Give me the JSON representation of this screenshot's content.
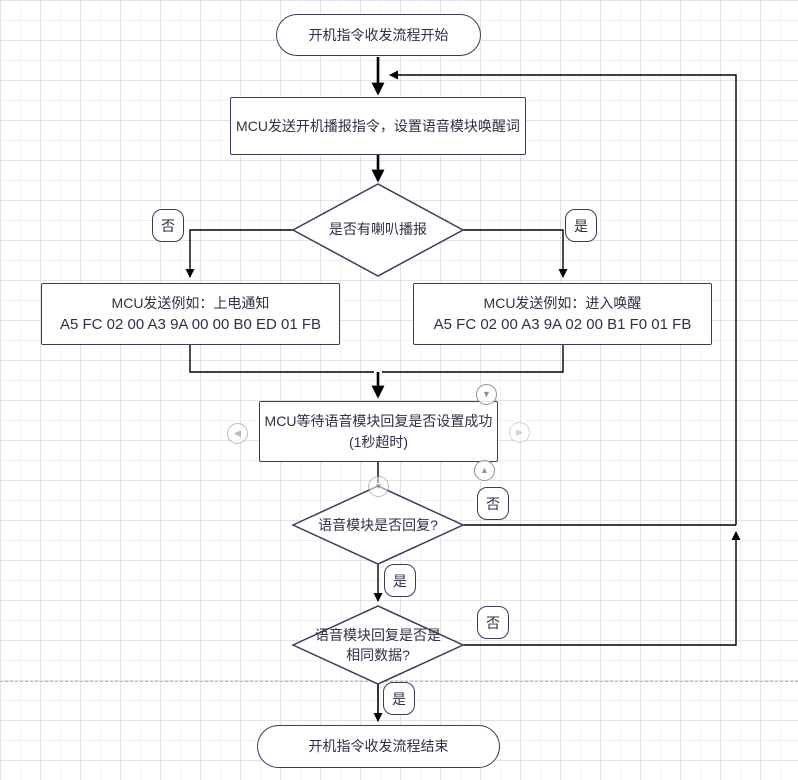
{
  "colors": {
    "shape_border": "#3b3b5e",
    "shape_fill": "#ffffff",
    "text": "#2f2f45",
    "edge": "#000000",
    "grid_minor": "#f2f2f2",
    "grid_major": "#e3e3e3",
    "page_break_line": "#b3b3b3",
    "hover_control": "#919191"
  },
  "nodes": {
    "start": {
      "type": "terminator",
      "label": "开机指令收发流程开始"
    },
    "send_command": {
      "type": "process",
      "label": "MCU发送开机播报指令，设置语音模块唤醒词"
    },
    "speaker_check": {
      "type": "decision",
      "label": "是否有喇叭播报"
    },
    "power_on_notify": {
      "type": "process",
      "title": "MCU发送例如：上电通知",
      "hex": "A5 FC 02 00 A3 9A 00 00 B0 ED 01 FB"
    },
    "enter_wakeup": {
      "type": "process",
      "title": "MCU发送例如：进入唤醒",
      "hex": "A5 FC 02 00 A3 9A 02 00 B1 F0 01 FB"
    },
    "wait_reply": {
      "type": "process",
      "line1": "MCU等待语音模块回复是否设置成功",
      "line2": "(1秒超时)"
    },
    "reply_check": {
      "type": "decision",
      "label": "语音模块是否回复?"
    },
    "same_data_check": {
      "type": "decision",
      "line1": "语音模块回复是否是",
      "line2": "相同数据?"
    },
    "end": {
      "type": "terminator",
      "label": "开机指令收发流程结束"
    }
  },
  "edge_labels": {
    "speaker_no": "否",
    "speaker_yes": "是",
    "reply_no": "否",
    "reply_yes": "是",
    "same_no": "否",
    "same_yes": "是"
  },
  "icons": {
    "arrow_down": "▼",
    "arrow_up": "▲",
    "arrow_left": "◀",
    "arrow_right": "▶"
  }
}
